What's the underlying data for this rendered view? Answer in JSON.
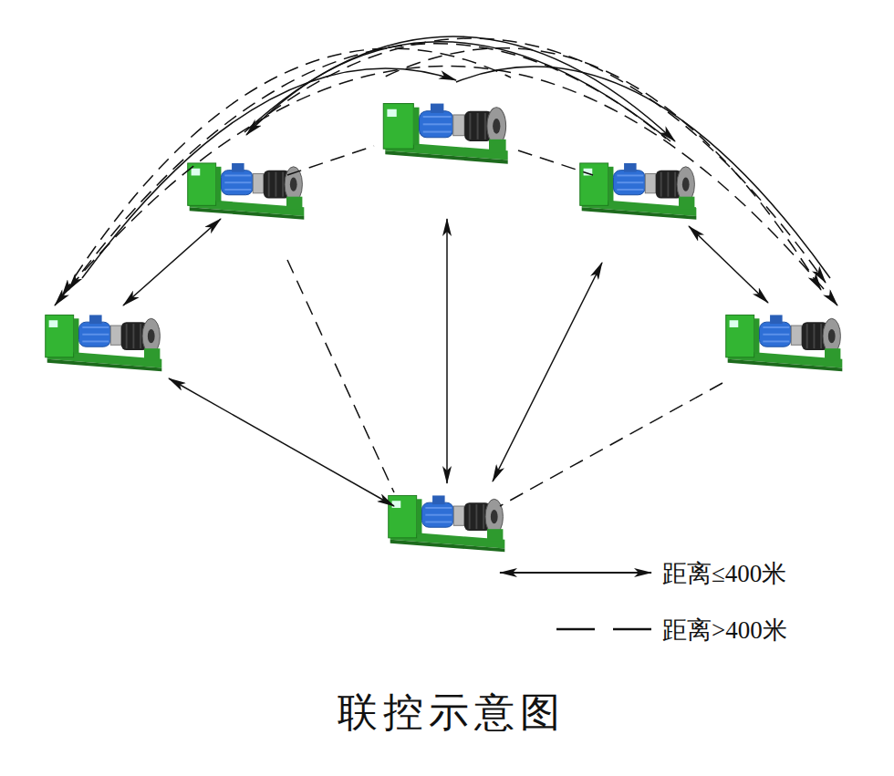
{
  "diagram": {
    "caption": "联控示意图",
    "legend": [
      {
        "text": "距离≤400米"
      },
      {
        "text": "距离>400米"
      }
    ]
  }
}
